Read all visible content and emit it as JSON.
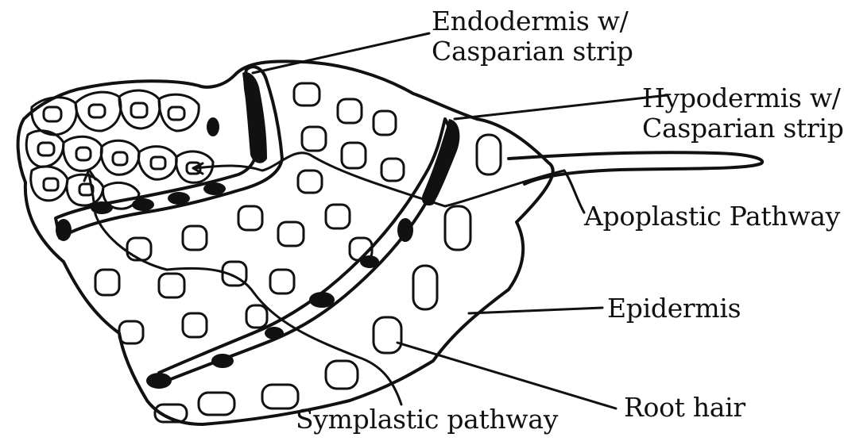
{
  "labels": {
    "endodermis": {
      "line1": "Endodermis w/",
      "line2": "Casparian strip"
    },
    "hypodermis": {
      "line1": "Hypodermis w/",
      "line2": "Casparian strip"
    },
    "apoplastic": "Apoplastic Pathway",
    "epidermis": "Epidermis",
    "root_hair": "Root hair",
    "symplastic": "Symplastic pathway"
  },
  "colors": {
    "ink": "#111111",
    "paper": "#ffffff"
  }
}
